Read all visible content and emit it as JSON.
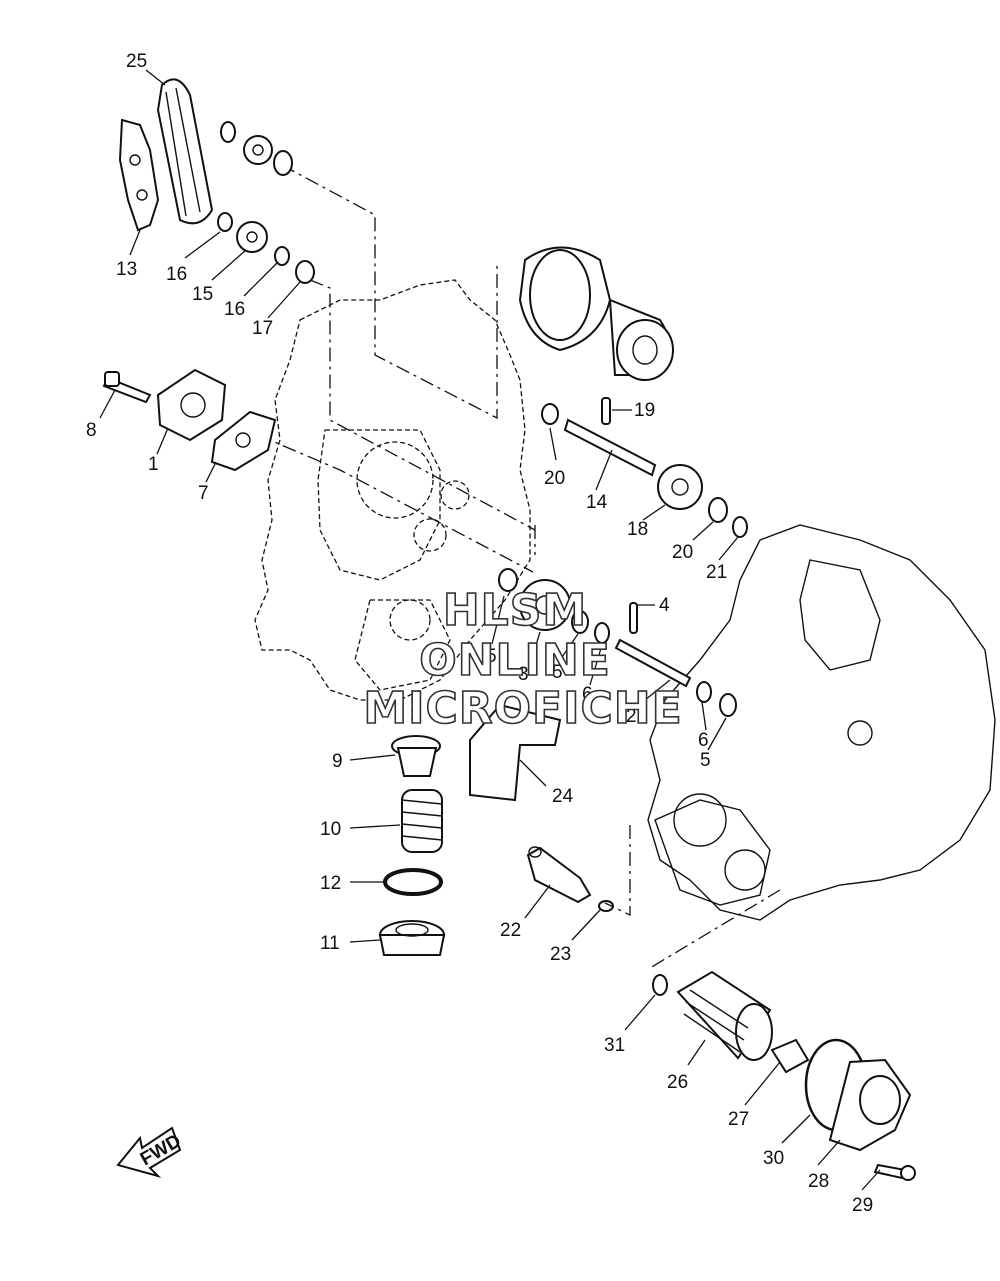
{
  "watermark": {
    "lines": [
      "HLSM",
      "ONLINE",
      "MICROFICHE"
    ]
  },
  "fwd_arrow": {
    "label": "FWD"
  },
  "callouts": [
    {
      "id": "c25",
      "text": "25"
    },
    {
      "id": "c13",
      "text": "13"
    },
    {
      "id": "c16a",
      "text": "16"
    },
    {
      "id": "c15",
      "text": "15"
    },
    {
      "id": "c16b",
      "text": "16"
    },
    {
      "id": "c17",
      "text": "17"
    },
    {
      "id": "c8",
      "text": "8"
    },
    {
      "id": "c1",
      "text": "1"
    },
    {
      "id": "c7",
      "text": "7"
    },
    {
      "id": "c19",
      "text": "19"
    },
    {
      "id": "c20a",
      "text": "20"
    },
    {
      "id": "c14",
      "text": "14"
    },
    {
      "id": "c18",
      "text": "18"
    },
    {
      "id": "c20b",
      "text": "20"
    },
    {
      "id": "c21",
      "text": "21"
    },
    {
      "id": "c4",
      "text": "4"
    },
    {
      "id": "c5a",
      "text": "5"
    },
    {
      "id": "c3",
      "text": "3"
    },
    {
      "id": "c5b",
      "text": "5"
    },
    {
      "id": "c6a",
      "text": "6"
    },
    {
      "id": "c2",
      "text": "2"
    },
    {
      "id": "c6b",
      "text": "6"
    },
    {
      "id": "c5c",
      "text": "5"
    },
    {
      "id": "c9",
      "text": "9"
    },
    {
      "id": "c24",
      "text": "24"
    },
    {
      "id": "c10",
      "text": "10"
    },
    {
      "id": "c12",
      "text": "12"
    },
    {
      "id": "c11",
      "text": "11"
    },
    {
      "id": "c22",
      "text": "22"
    },
    {
      "id": "c23",
      "text": "23"
    },
    {
      "id": "c31",
      "text": "31"
    },
    {
      "id": "c26",
      "text": "26"
    },
    {
      "id": "c27",
      "text": "27"
    },
    {
      "id": "c30",
      "text": "30"
    },
    {
      "id": "c28",
      "text": "28"
    },
    {
      "id": "c29",
      "text": "29"
    }
  ]
}
